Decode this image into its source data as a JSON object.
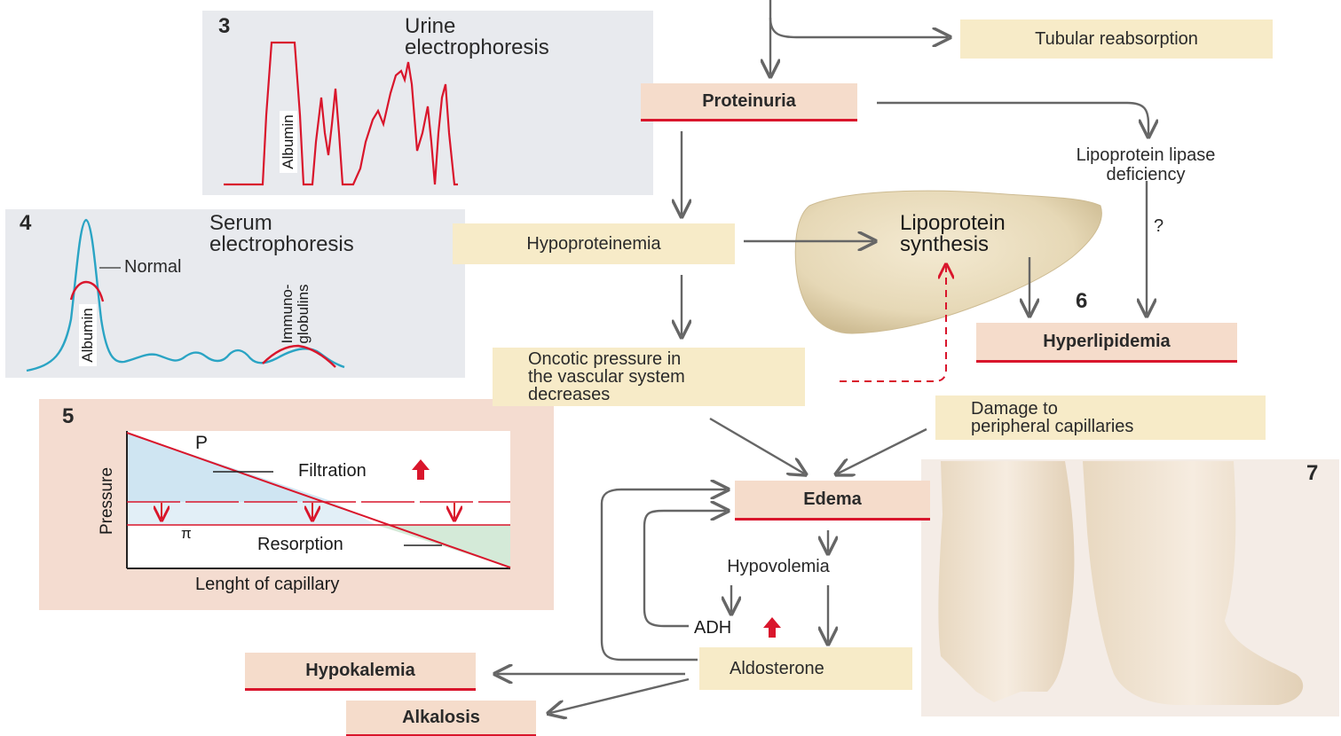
{
  "panels": {
    "urine": {
      "number": "3",
      "title_line1": "Urine",
      "title_line2": "electrophoresis",
      "peak_label": "Albumin"
    },
    "serum": {
      "number": "4",
      "title_line1": "Serum",
      "title_line2": "electrophoresis",
      "normal_label": "Normal",
      "albumin_label": "Albumin",
      "immuno_line1": "Immuno-",
      "immuno_line2": "globulins"
    },
    "capillary": {
      "number": "5",
      "p_label": "P",
      "pi_label": "π",
      "filtration_label": "Filtration",
      "resorption_label": "Resorption",
      "y_axis": "Pressure",
      "x_axis": "Lenght of capillary"
    },
    "liver": {
      "number": "6"
    },
    "leg": {
      "number": "7"
    }
  },
  "nodes": {
    "tubular": "Tubular reabsorption",
    "proteinuria": "Proteinuria",
    "lipase_line1": "Lipoprotein lipase",
    "lipase_line2": "deficiency",
    "question": "?",
    "hypoproteinemia": "Hypoproteinemia",
    "lipo_synth_line1": "Lipoprotein",
    "lipo_synth_line2": "synthesis",
    "hyperlipidemia": "Hyperlipidemia",
    "oncotic_line1": "Oncotic pressure in",
    "oncotic_line2": "the vascular system",
    "oncotic_line3": "decreases",
    "damage_line1": "Damage to",
    "damage_line2": "peripheral capillaries",
    "edema": "Edema",
    "hypovolemia": "Hypovolemia",
    "adh": "ADH",
    "aldosterone": "Aldosterone",
    "hypokalemia": "Hypokalemia",
    "alkalosis": "Alkalosis"
  },
  "colors": {
    "accent_red": "#d9162c",
    "yellow_box": "#f7ebc8",
    "pink_box": "#f5dccb",
    "panel_gray": "#e6e8ec",
    "serum_blue": "#2aa4c4",
    "arrow_gray": "#666666"
  }
}
